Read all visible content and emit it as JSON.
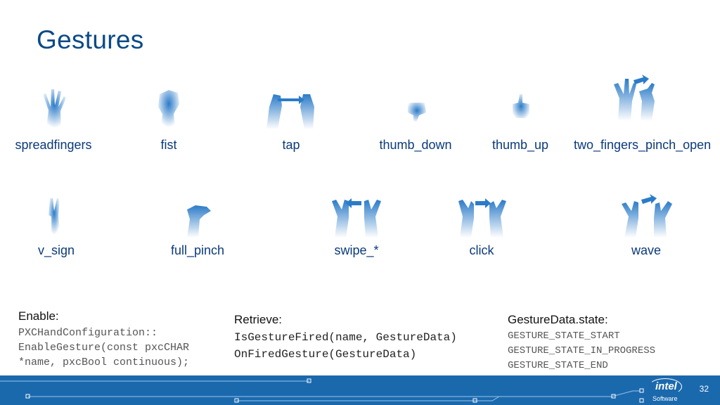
{
  "title": "Gestures",
  "gestures_row1": [
    {
      "label": "spreadfingers",
      "icon": "spread-fingers-hand-icon"
    },
    {
      "label": "fist",
      "icon": "fist-hand-icon"
    },
    {
      "label": "tap",
      "icon": "tap-hands-icon"
    },
    {
      "label": "thumb_down",
      "icon": "thumb-down-icon"
    },
    {
      "label": "thumb_up",
      "icon": "thumb-up-icon"
    },
    {
      "label": "two_fingers_pinch_open",
      "icon": "pinch-open-hands-icon"
    }
  ],
  "gestures_row2": [
    {
      "label": "v_sign",
      "icon": "v-sign-hand-icon"
    },
    {
      "label": "full_pinch",
      "icon": "full-pinch-hand-icon"
    },
    {
      "label": "swipe_*",
      "icon": "swipe-hands-icon"
    },
    {
      "label": "click",
      "icon": "click-hands-icon"
    },
    {
      "label": "wave",
      "icon": "wave-hands-icon"
    }
  ],
  "enable": {
    "heading": "Enable:",
    "lines": [
      "PXCHandConfiguration::",
      "EnableGesture(const pxcCHAR",
      "*name, pxcBool continuous);"
    ]
  },
  "retrieve": {
    "heading": "Retrieve:",
    "lines": [
      "IsGestureFired(name, GestureData)",
      "OnFiredGesture(GestureData)"
    ]
  },
  "state": {
    "heading": "GestureData.state:",
    "lines": [
      "GESTURE_STATE_START",
      "GESTURE_STATE_IN_PROGRESS",
      "GESTURE_STATE_END"
    ]
  },
  "footer": {
    "page_number": "32",
    "logo_brand": "intel",
    "logo_sub": "Software"
  },
  "colors": {
    "title": "#0b4a86",
    "label": "#0b3a7a",
    "footer": "#1b69ad",
    "hand": "#2b7bc8"
  }
}
